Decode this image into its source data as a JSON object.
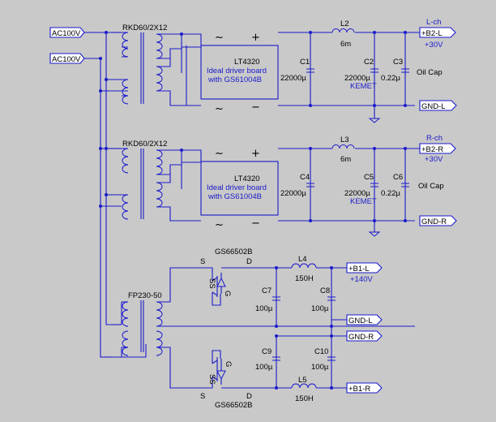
{
  "ports": {
    "ac1": "AC100V",
    "ac2": "AC100V",
    "b2l": "+B2-L",
    "b2r": "+B2-R",
    "gndl1": "GND-L",
    "gndr1": "GND-R",
    "b1l": "+B1-L",
    "gndl2": "GND-L",
    "gndr2": "GND-R",
    "b1r": "+B1-R"
  },
  "channels": {
    "left": {
      "name": "L-ch",
      "voltage": "+30V"
    },
    "right": {
      "name": "R-ch",
      "voltage": "+30V"
    },
    "high_voltage": "+140V"
  },
  "transformers": {
    "t1": "RKD60/2X12",
    "t2": "RKD60/2X12",
    "t3": "FP230-50"
  },
  "bridges": {
    "top": {
      "line1": "LT4320",
      "line2": "Ideal driver board",
      "line3": "with GS61004B"
    },
    "mid": {
      "line1": "LT4320",
      "line2": "Ideal driver board",
      "line3": "with GS61004B"
    },
    "symbols": {
      "ac": "~",
      "plus": "+",
      "minus": "−"
    }
  },
  "inductors": {
    "l2": {
      "ref": "L2",
      "value": "6m"
    },
    "l3": {
      "ref": "L3",
      "value": "6m"
    },
    "l4": {
      "ref": "L4",
      "value": "150H"
    },
    "l5": {
      "ref": "L5",
      "value": "150H"
    }
  },
  "capacitors": {
    "c1": {
      "ref": "C1",
      "value": "22000µ"
    },
    "c2": {
      "ref": "C2",
      "value": "22000µ",
      "note": "KEMET"
    },
    "c3": {
      "ref": "C3",
      "value": "0.22µ",
      "note": "Oil  Cap"
    },
    "c4": {
      "ref": "C4",
      "value": "22000µ"
    },
    "c5": {
      "ref": "C5",
      "value": "22000µ",
      "note": "KEMET"
    },
    "c6": {
      "ref": "C6",
      "value": "0.22µ",
      "note": "Oil  Cap"
    },
    "c7": {
      "ref": "C7",
      "value": "100µ"
    },
    "c8": {
      "ref": "C8",
      "value": "100µ"
    },
    "c9": {
      "ref": "C9",
      "value": "100µ"
    },
    "c10": {
      "ref": "C10",
      "value": "100µ"
    }
  },
  "mosfets": {
    "top": {
      "ref": "GS66502B",
      "d": "D",
      "s": "S",
      "g": "G",
      "ss": "SS"
    },
    "bot": {
      "ref": "GS66502B",
      "d": "D",
      "s": "S",
      "g": "G",
      "ss": "SS"
    }
  },
  "colors": {
    "wire": "#1a1acc",
    "background": "#c9c9c9",
    "text": "#000000"
  }
}
